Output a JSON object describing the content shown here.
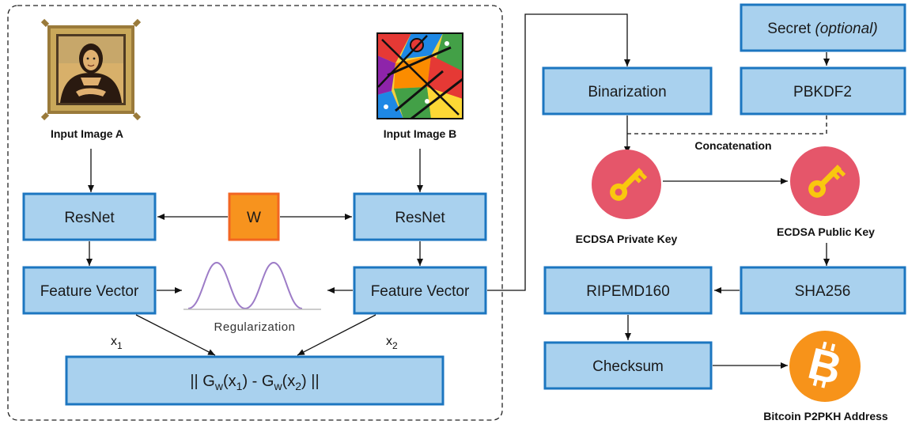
{
  "boxes": {
    "resnet_a": "ResNet",
    "resnet_b": "ResNet",
    "w": "W",
    "feature_a": "Feature Vector",
    "feature_b": "Feature Vector",
    "distance": "|| Gw(x1) - Gw(x2) ||",
    "binarization": "Binarization",
    "secret": "Secret",
    "secret_optional": "(optional)",
    "pbkdf2": "PBKDF2",
    "sha256": "SHA256",
    "ripemd160": "RIPEMD160",
    "checksum": "Checksum"
  },
  "labels": {
    "input_a": "Input Image A",
    "input_b": "Input Image B",
    "regularization": "Regularization",
    "x1": "x1",
    "x2": "x2",
    "concatenation": "Concatenation",
    "private_key": "ECDSA Private Key",
    "public_key": "ECDSA Public Key",
    "bitcoin": "Bitcoin P2PKH Address"
  },
  "icons": {
    "input_a": "mona-lisa-painting-icon",
    "input_b": "pop-art-painting-icon",
    "private_key": "key-icon",
    "public_key": "key-icon",
    "bitcoin": "bitcoin-icon"
  },
  "colors": {
    "box_fill": "#a9d1ee",
    "box_stroke": "#1c76c0",
    "w_fill": "#f7931e",
    "w_stroke": "#f26522",
    "key_circle": "#e5566a",
    "key_glyph": "#f9c80e",
    "bitcoin": "#f7931a"
  }
}
